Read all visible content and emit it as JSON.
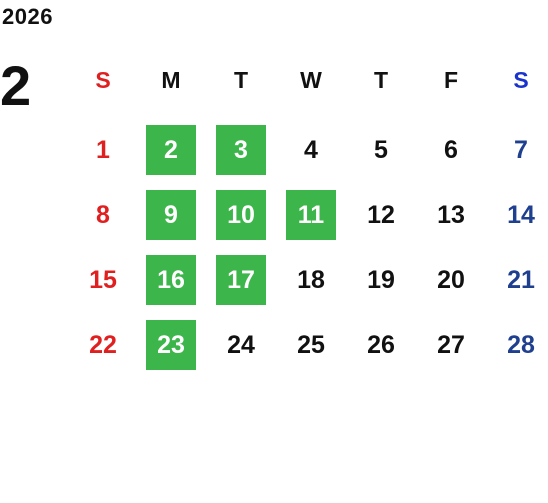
{
  "calendar": {
    "year": "2026",
    "month": "2",
    "weekdays": [
      "S",
      "M",
      "T",
      "W",
      "T",
      "F",
      "S"
    ],
    "colors": {
      "sunday": "#e02020",
      "saturday_header": "#1a33cc",
      "saturday_dates": "#1f3f8f",
      "weekday": "#111111",
      "highlight_bg": "#3cb54a",
      "highlight_text": "#ffffff"
    },
    "weeks": [
      [
        {
          "d": "1"
        },
        {
          "d": "2",
          "hl": true
        },
        {
          "d": "3",
          "hl": true
        },
        {
          "d": "4"
        },
        {
          "d": "5"
        },
        {
          "d": "6"
        },
        {
          "d": "7"
        }
      ],
      [
        {
          "d": "8"
        },
        {
          "d": "9",
          "hl": true
        },
        {
          "d": "10",
          "hl": true
        },
        {
          "d": "11",
          "hl": true
        },
        {
          "d": "12"
        },
        {
          "d": "13"
        },
        {
          "d": "14"
        }
      ],
      [
        {
          "d": "15"
        },
        {
          "d": "16",
          "hl": true
        },
        {
          "d": "17",
          "hl": true
        },
        {
          "d": "18"
        },
        {
          "d": "19"
        },
        {
          "d": "20"
        },
        {
          "d": "21"
        }
      ],
      [
        {
          "d": "22"
        },
        {
          "d": "23",
          "hl": true
        },
        {
          "d": "24"
        },
        {
          "d": "25"
        },
        {
          "d": "26"
        },
        {
          "d": "27"
        },
        {
          "d": "28"
        }
      ]
    ]
  }
}
